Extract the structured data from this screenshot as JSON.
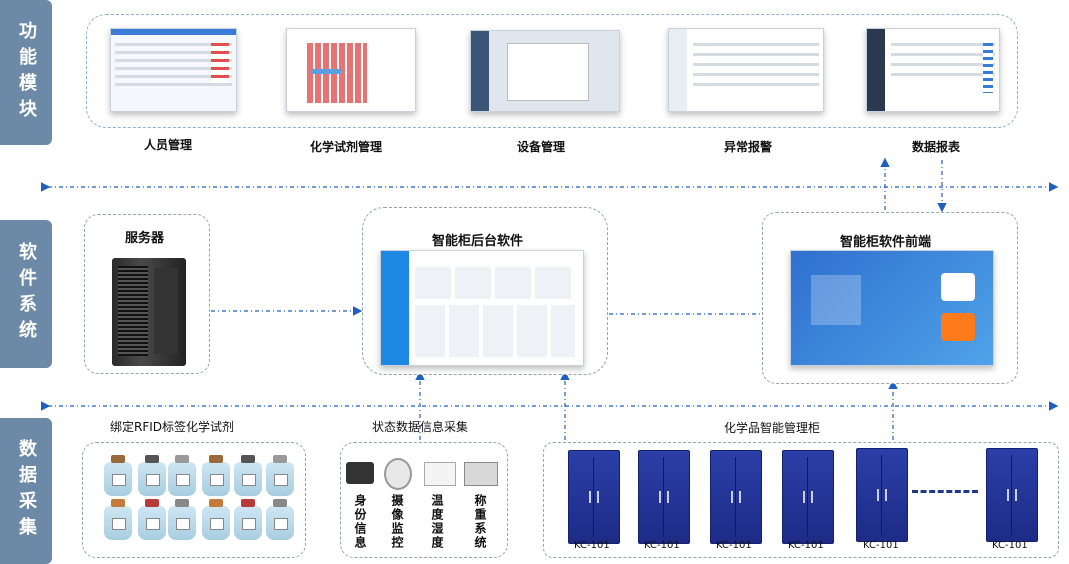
{
  "sections": {
    "function": "功能模块",
    "software": "软件系统",
    "data": "数据采集"
  },
  "modules": [
    "人员管理",
    "化学试剂管理",
    "设备管理",
    "异常报警",
    "数据报表"
  ],
  "software": {
    "server": "服务器",
    "backend": "智能柜后台软件",
    "frontend": "智能柜软件前端"
  },
  "collection": {
    "rfid": "绑定RFID标签化学试剂",
    "status": "状态数据信息采集",
    "cabinets": "化学品智能管理柜",
    "devices": [
      "身份信息",
      "摄像监控",
      "温度湿度",
      "称重系统"
    ]
  },
  "cabinet_label": "KC-101",
  "colors": {
    "side": "#6d89a8",
    "accent": "#3a7bd5",
    "cabinet": "#1f2f90"
  }
}
